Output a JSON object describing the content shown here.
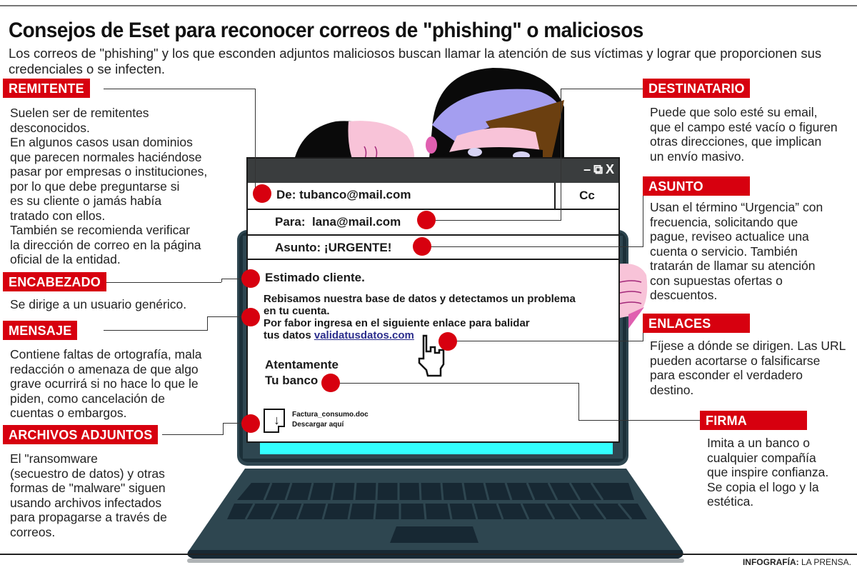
{
  "header": {
    "title": "Consejos de Eset para reconocer correos de \"phishing\" o maliciosos",
    "subtitle": "Los correos de \"phishing\"  y los que esconden adjuntos maliciosos buscan llamar la atención de sus víctimas y lograr que proporcionen sus credenciales o se infecten."
  },
  "sections": {
    "remitente": {
      "label": "REMITENTE",
      "text": "Suelen ser de remitentes\ndesconocidos.\nEn algunos casos usan dominios\nque parecen normales haciéndose\npasar por empresas o instituciones,\npor lo que debe preguntarse si\nes su cliente o jamás había\ntratado con ellos.\nTambién se recomienda verificar\nla dirección de correo en la página\noficial de la entidad."
    },
    "encabezado": {
      "label": "ENCABEZADO",
      "text": "Se dirige a un usuario genérico."
    },
    "mensaje": {
      "label": "MENSAJE",
      "text": "Contiene faltas de ortografía, mala\nredacción o amenaza de que algo\ngrave ocurrirá si no hace lo que le\npiden, como cancelación de\ncuentas o embargos."
    },
    "archivos": {
      "label": "ARCHIVOS ADJUNTOS",
      "text": "El \"ransomware\n(secuestro de datos) y otras\nformas de \"malware\" siguen\nusando archivos infectados\npara propagarse a través de\ncorreos."
    },
    "destinatario": {
      "label": "DESTINATARIO",
      "text": "Puede que solo esté su email,\nque el campo esté vacío o figuren\notras direcciones, que implican\nun envío masivo."
    },
    "asunto": {
      "label": "ASUNTO",
      "text": "Usan el término “Urgencia” con\nfrecuencia, solicitando que\npague, reviseo actualice una\ncuenta o servicio. También\ntratarán de llamar su atención\ncon supuestas ofertas o\ndescuentos."
    },
    "enlaces": {
      "label": "ENLACES",
      "text": "Fíjese a dónde se dirigen. Las URL\npueden acortarse o falsificarse\npara esconder el verdadero\ndestino."
    },
    "firma": {
      "label": "FIRMA",
      "text": "Imita a un banco o\ncualquier compañía\nque inspire confianza.\nSe copia el logo y la\nestética."
    }
  },
  "email": {
    "controls": {
      "minimize": "–",
      "restore": "⧉",
      "close": "X"
    },
    "from": "De: tubanco@mail.com",
    "cc": "Cc",
    "to_label": "Para:",
    "to_value": "lana@mail.com",
    "subject": "Asunto: ¡URGENTE!",
    "greeting": "Estimado cliente.",
    "body_line1": "Rebisamos nuestra base de datos y detectamos un problema",
    "body_line2": "en tu cuenta.",
    "body_line3": "Por fabor ingresa en el siguiente enlace para balidar",
    "body_line4_prefix": "tus datos",
    "link": "validatusdatos.com",
    "closing": "Atentamente",
    "signature": "Tu banco",
    "attachment_name": "Factura_consumo.doc",
    "attachment_action": "Descargar aquí"
  },
  "footer": {
    "credit_label": "INFOGRAFÍA:",
    "credit_source": "LA PRENSA."
  },
  "colors": {
    "accent_red": "#d7000f",
    "laptop_dark": "#2e4650",
    "laptop_keys": "#172833",
    "screen_cyan": "#33ffff",
    "beanie_purple": "#a49ef0"
  }
}
